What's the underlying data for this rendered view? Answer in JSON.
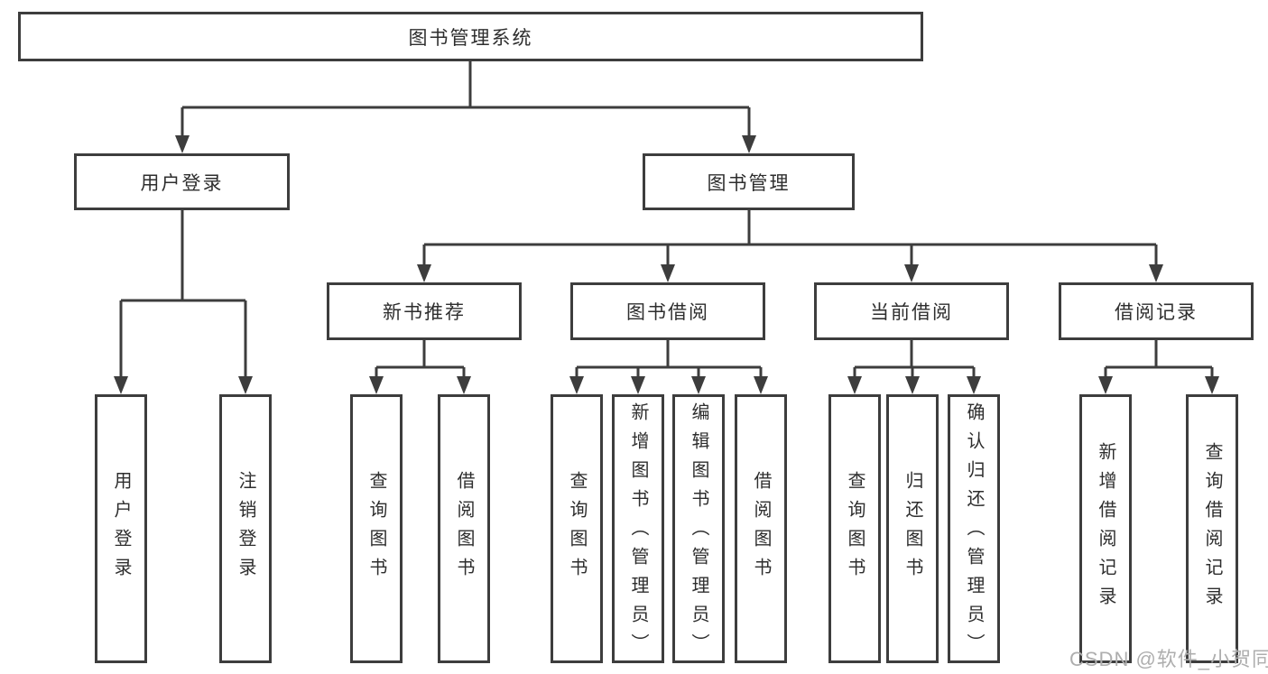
{
  "diagram": {
    "root": "图书管理系统",
    "branches": {
      "user_login": {
        "label": "用户登录",
        "leaves": [
          "用户登录",
          "注销登录"
        ]
      },
      "book_mgmt": {
        "label": "图书管理",
        "sections": [
          {
            "label": "新书推荐",
            "leaves": [
              "查询图书",
              "借阅图书"
            ]
          },
          {
            "label": "图书借阅",
            "leaves": [
              "查询图书",
              "新增图书（管理员）",
              "编辑图书（管理员）",
              "借阅图书"
            ]
          },
          {
            "label": "当前借阅",
            "leaves": [
              "查询图书",
              "归还图书",
              "确认归还（管理员）"
            ]
          },
          {
            "label": "借阅记录",
            "leaves": [
              "新增借阅记录",
              "查询借阅记录"
            ]
          }
        ]
      }
    }
  },
  "watermark": "CSDN @软件_小贺同学",
  "colors": {
    "line": "#3d3d3d",
    "text": "#2e2e2e",
    "watermark": "#aeaeae",
    "background": "#ffffff"
  }
}
